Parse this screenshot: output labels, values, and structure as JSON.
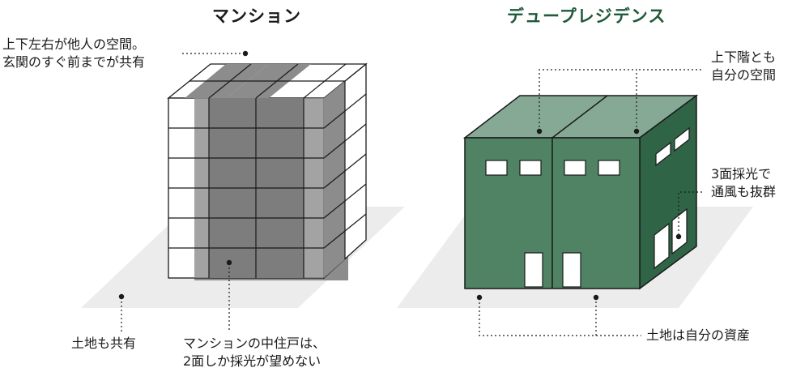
{
  "titles": {
    "mansion": "マンション",
    "due": "デュープレジデンス"
  },
  "notes": {
    "mansion_neighbors_1": "上下左右が他人の空間。",
    "mansion_neighbors_2": "玄関のすぐ前までが共有",
    "mansion_land": "土地も共有",
    "mansion_unit_1": "マンションの中住戸は、",
    "mansion_unit_2": "2面しか採光が望めない",
    "due_space_1": "上下階とも",
    "due_space_2": "自分の空間",
    "due_light_1": "3面採光で",
    "due_light_2": "通風も抜群",
    "due_land": "土地は自分の資産"
  },
  "colors": {
    "brand_green": "#1f5a3a",
    "house_front": "#4f8363",
    "house_roof": "#86a995",
    "house_side": "#2f6447",
    "shared_gray": "#8c8c8c",
    "ground": "#ececec"
  }
}
